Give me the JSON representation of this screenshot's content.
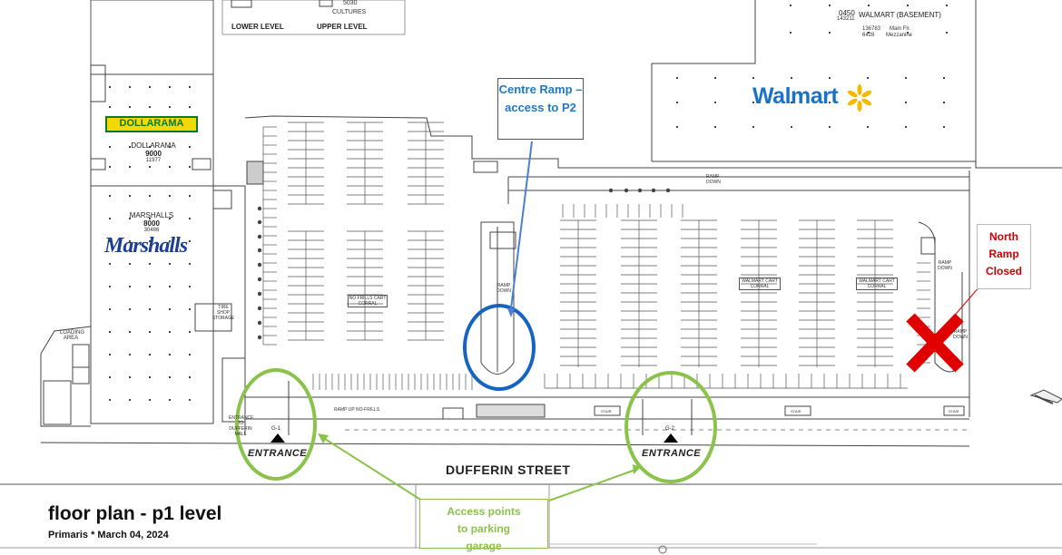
{
  "map": {
    "street": "DUFFERIN STREET",
    "entrances": [
      {
        "id": "G-1",
        "label": "ENTRANCE"
      },
      {
        "id": "G-2",
        "label": "ENTRANCE"
      }
    ],
    "legend": {
      "lower": "LOWER LEVEL",
      "upper": "UPPER LEVEL",
      "unit_5030": "5030",
      "cultures": "CULTURES"
    },
    "walmart_label": {
      "unit": "0450",
      "name": "WALMART (BASEMENT)",
      "area": "143211",
      "sub1": "136783",
      "sub2": "6428",
      "mezz1": "Main Flr.",
      "mezz2": "Mezzanine"
    },
    "ramp_labels": {
      "ramp_down_top": "RAMP DOWN",
      "ramp_down_centre": "RAMP DOWN",
      "ramp_down_north": "RAMP DOWN",
      "ramp_down_north2": "RAMP DOWN",
      "ramp_up": "RAMP UP NO-FRILLS"
    },
    "corrals": {
      "nofrills": "NO FRILLS CART CORRAL",
      "walmart1": "WALMART CART CORRAL",
      "walmart2": "WALMART CART CORRAL"
    },
    "misc": {
      "loading": "LOADING AREA",
      "tire": "TIRE SHOP STORAGE",
      "entrance_text": "ENTRANCE TO DUFFERIN MALL",
      "stair": "STAIR"
    }
  },
  "stores": {
    "dollarama": {
      "logo": "DOLLARAMA",
      "name": "DOLLARAMA",
      "unit": "9000",
      "area": "11977"
    },
    "marshalls": {
      "logo": "Marshalls",
      "name": "MARSHALLS",
      "unit": "8000",
      "area": "30486"
    },
    "walmart": {
      "logo": "Walmart"
    }
  },
  "callouts": {
    "centre_ramp": "Centre Ramp – access to P2",
    "north_ramp": "North Ramp Closed",
    "access_points": "Access points to parking garage"
  },
  "footer": {
    "title": "floor plan - p1 level",
    "subtitle": "Primaris * March 04, 2024"
  },
  "colors": {
    "centre_ramp_blue": "#1565c0",
    "green_highlight": "#8bc34a",
    "closed_red": "#e10000",
    "walmart_blue": "#1a73c7",
    "walmart_yellow": "#f6b800",
    "marshalls_blue": "#1c3f94",
    "dollarama_green": "#0d7a2a",
    "dollarama_yellow": "#f4d800"
  }
}
